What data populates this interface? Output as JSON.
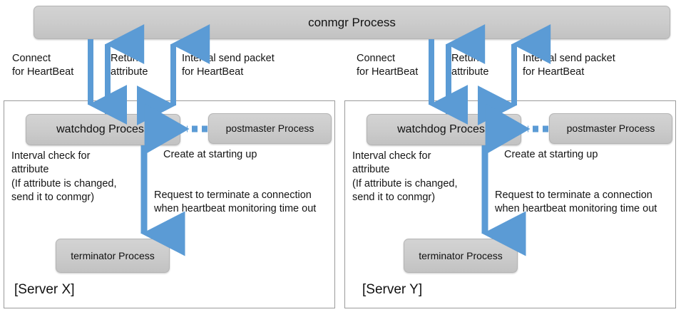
{
  "diagram": {
    "title_box": {
      "label": "conmgr Process"
    },
    "accent_color": "#5b9bd5",
    "box_color": "#cccccc",
    "panel_border_color": "#9a9a9a"
  },
  "servers": [
    {
      "name": "server-x",
      "label": "[Server X]",
      "boxes": {
        "watchdog": "watchdog Process",
        "postmaster": "postmaster Process",
        "terminator": "terminator Process"
      },
      "captions": {
        "connect": "Connect\nfor HeartBeat",
        "return_attribute": "Return\nattribute",
        "interval_send": "Interval send packet\nfor HeartBeat",
        "interval_check": "Interval check for\nattribute\n(If attribute is changed,\nsend it to conmgr)",
        "create_at_startup": "Create at starting up",
        "request_terminate": "Request to terminate a connection\nwhen heartbeat monitoring time out"
      }
    },
    {
      "name": "server-y",
      "label": "[Server Y]",
      "boxes": {
        "watchdog": "watchdog Process",
        "postmaster": "postmaster Process",
        "terminator": "terminator Process"
      },
      "captions": {
        "connect": "Connect\nfor HeartBeat",
        "return_attribute": "Return\nattribute",
        "interval_send": "Interval send packet\nfor HeartBeat",
        "interval_check": "Interval check for\nattribute\n(If attribute is changed,\nsend it to conmgr)",
        "create_at_startup": "Create at starting up",
        "request_terminate": "Request to terminate a connection\nwhen heartbeat monitoring time out"
      }
    }
  ]
}
